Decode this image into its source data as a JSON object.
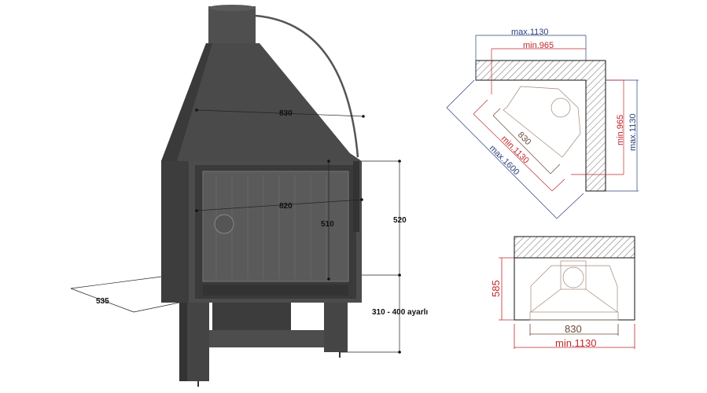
{
  "fireplace_view": {
    "width_hood": "830",
    "width_door": "820",
    "door_height": "510",
    "body_height": "520",
    "depth": "535",
    "leg_height": "310 - 400 ayarlı"
  },
  "corner_plan": {
    "top_max": "max.1130",
    "top_min": "min.965",
    "side_min": "min.965",
    "side_max": "max.1130",
    "diag_830": "830",
    "diag_min": "min.1130",
    "diag_max": "max.1600"
  },
  "front_plan": {
    "depth": "585",
    "width_830": "830",
    "width_min": "min.1130"
  },
  "colors": {
    "red": "#c0282d",
    "blue": "#2b3f7a",
    "body": "#4a4a4a"
  }
}
